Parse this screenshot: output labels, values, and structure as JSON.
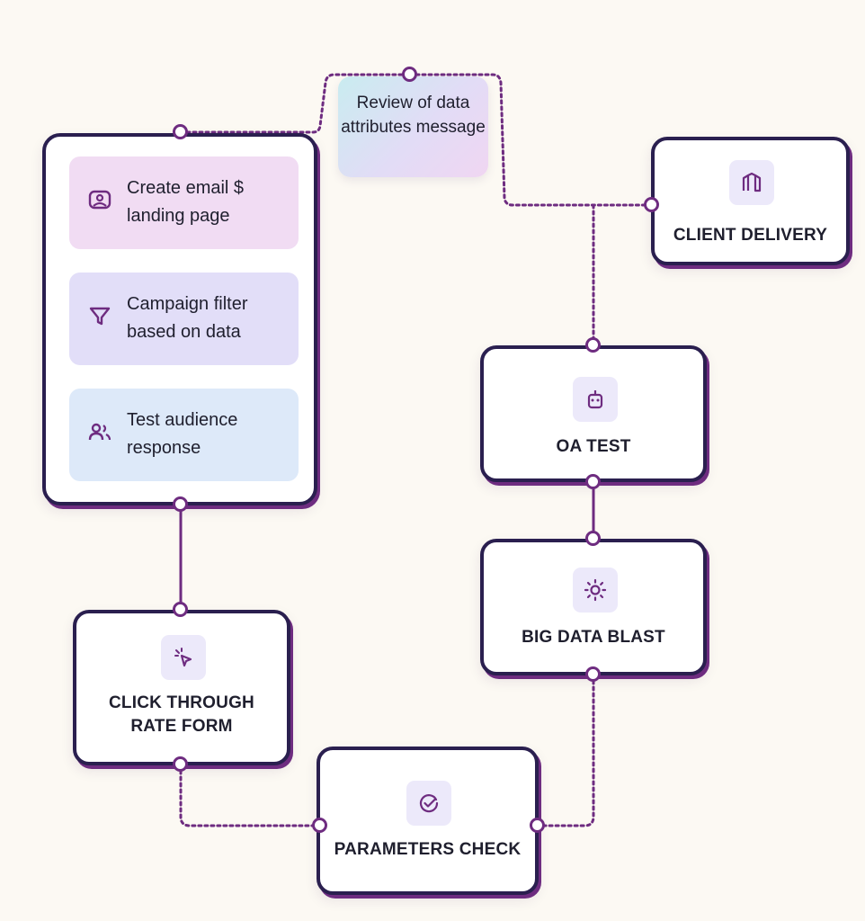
{
  "diagram": {
    "note": {
      "text": "Review of data attributes message"
    },
    "group": {
      "tasks": [
        {
          "label": "Create email $ landing page",
          "icon": "image-icon",
          "bg": "#f1dcf3"
        },
        {
          "label": "Campaign filter based on data",
          "icon": "filter-icon",
          "bg": "#e2def8"
        },
        {
          "label": "Test audience response",
          "icon": "users-icon",
          "bg": "#dde9f9"
        }
      ]
    },
    "nodes": {
      "client_delivery": {
        "label": "CLIENT DELIVERY",
        "icon": "building-icon"
      },
      "qa_test": {
        "label": "OA TEST",
        "icon": "robot-icon"
      },
      "big_data_blast": {
        "label": "BIG DATA BLAST",
        "icon": "sun-icon"
      },
      "click_through": {
        "label": "CLICK THROUGH RATE FORM",
        "icon": "cursor-click-icon"
      },
      "parameters_check": {
        "label": "PARAMETERS CHECK",
        "icon": "check-circle-icon"
      }
    },
    "colors": {
      "border": "#2a1f4f",
      "accent": "#6e2c80",
      "icon_stroke": "#6e2c80",
      "icon_bg": "#ece9fa",
      "background": "#fcf9f3"
    }
  }
}
